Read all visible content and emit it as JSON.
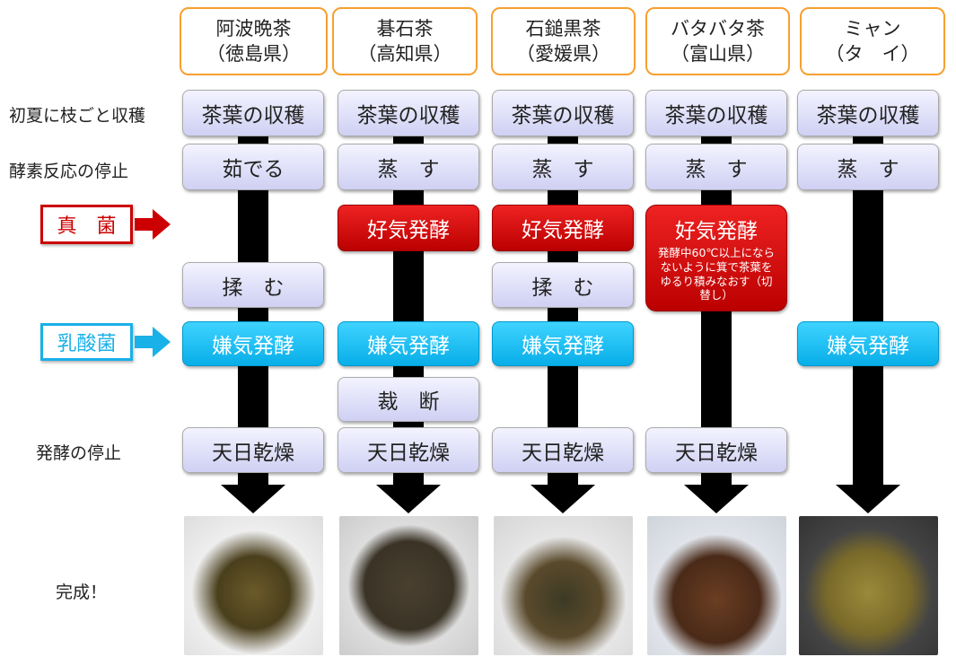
{
  "row_labels": {
    "harvest": "初夏に枝ごと収穫",
    "stop_enzyme": "酵素反応の停止",
    "stop_ferment": "発酵の停止",
    "done": "完成！"
  },
  "legend": {
    "fungus": "真　菌",
    "lactic": "乳酸菌"
  },
  "columns": [
    {
      "title": "阿波晩茶\n（徳島県）",
      "harvest": "茶葉の収穫",
      "stop": "茹でる",
      "rub": "揉　む",
      "lactic": "嫌気発酵",
      "dry": "天日乾燥"
    },
    {
      "title": "碁石茶\n（高知県）",
      "harvest": "茶葉の収穫",
      "stop": "蒸　す",
      "fungus": "好気発酵",
      "lactic": "嫌気発酵",
      "cut": "裁　断",
      "dry": "天日乾燥"
    },
    {
      "title": "石鎚黒茶\n（愛媛県）",
      "harvest": "茶葉の収穫",
      "stop": "蒸　す",
      "fungus": "好気発酵",
      "rub": "揉　む",
      "lactic": "嫌気発酵",
      "dry": "天日乾燥"
    },
    {
      "title": "バタバタ茶\n（富山県）",
      "harvest": "茶葉の収穫",
      "stop": "蒸　す",
      "fungus": "好気発酵",
      "fungus_note": "発酵中60℃以上にならないように箕で茶葉をゆるり積みなおす（切替し）",
      "dry": "天日乾燥"
    },
    {
      "title": "ミャン\n（タ　イ）",
      "harvest": "茶葉の収穫",
      "stop": "蒸　す",
      "lactic": "嫌気発酵"
    }
  ],
  "colors": {
    "header_border": "#f7a030",
    "fungus": "#cc0000",
    "lactic": "#08aee8"
  }
}
